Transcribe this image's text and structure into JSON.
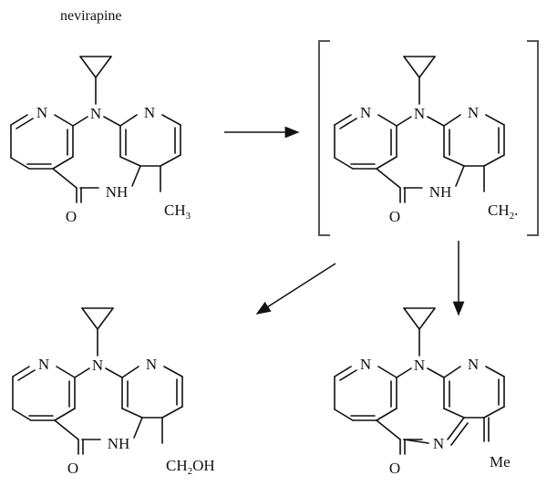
{
  "title": "nevirapine",
  "atom_labels": {
    "N": "N",
    "NH": "NH",
    "O": "O"
  },
  "substituents": {
    "methyl": {
      "main": "CH",
      "sub": "3"
    },
    "radical": {
      "main": "CH",
      "sub": "2",
      "dot": "."
    },
    "hydroxymethyl": {
      "main": "CH",
      "sub": "2",
      "tail": "OH"
    },
    "methylene": {
      "main": "Me"
    }
  },
  "colors": {
    "ink": "#111111",
    "bracket": "#555555",
    "background": "#ffffff"
  }
}
